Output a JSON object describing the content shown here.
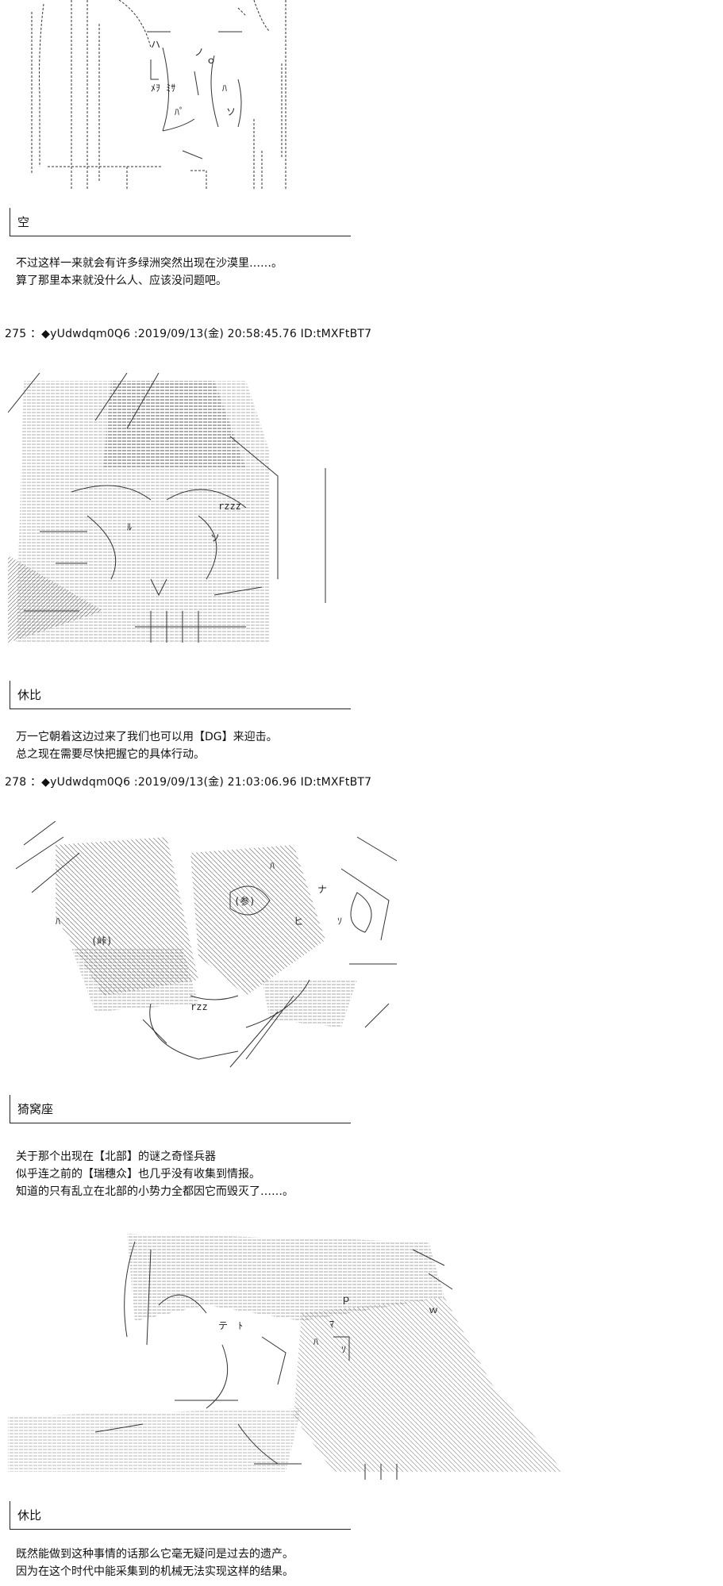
{
  "blocks": [
    {
      "speaker": "空",
      "lines": [
        "不过这样一来就会有许多绿洲突然出现在沙漠里……。",
        "算了那里本来就没什么人、应该没问题吧。"
      ]
    },
    {
      "header": "275 ：◆yUdwdqm0Q6 :2019/09/13(金) 20:58:45.76 ID:tMXFtBT7",
      "speaker": "休比",
      "lines": [
        "万一它朝着这边过来了我们也可以用【DG】来迎击。",
        "总之现在需要尽快把握它的具体行动。"
      ]
    },
    {
      "header": "278 ：◆yUdwdqm0Q6 :2019/09/13(金) 21:03:06.96 ID:tMXFtBT7",
      "speaker": "猗窝座",
      "lines": [
        "关于那个出现在【北部】的谜之奇怪兵器",
        "似乎连之前的【瑞穗众】也几乎没有收集到情报。",
        "知道的只有乱立在北部的小势力全都因它而毁灭了……。"
      ]
    },
    {
      "speaker": "休比",
      "lines": [
        "既然能做到这种事情的话那么它毫无疑问是过去的遗产。",
        "因为在这个时代中能采集到的机械无法实现这样的结果。"
      ]
    }
  ],
  "art_text": {
    "a1": [
      "ハ",
      "ノ",
      "ﾒｦ ﾐｻ",
      "ﾊ",
      "ﾊﾟ",
      "ｏ",
      "ソ"
    ],
    "a2": [
      "rzzz",
      "ﾙ",
      "ソ"
    ],
    "a3": [
      "(参)",
      "(峠)",
      "ﾊ",
      "ﾊ",
      "rzz",
      "ｿ",
      "ナ",
      "ヒ"
    ],
    "a4": [
      "テ",
      "ﾄ",
      "ﾏ",
      "ｐ",
      "ｗ",
      "ﾊ",
      "ｿ"
    ]
  }
}
